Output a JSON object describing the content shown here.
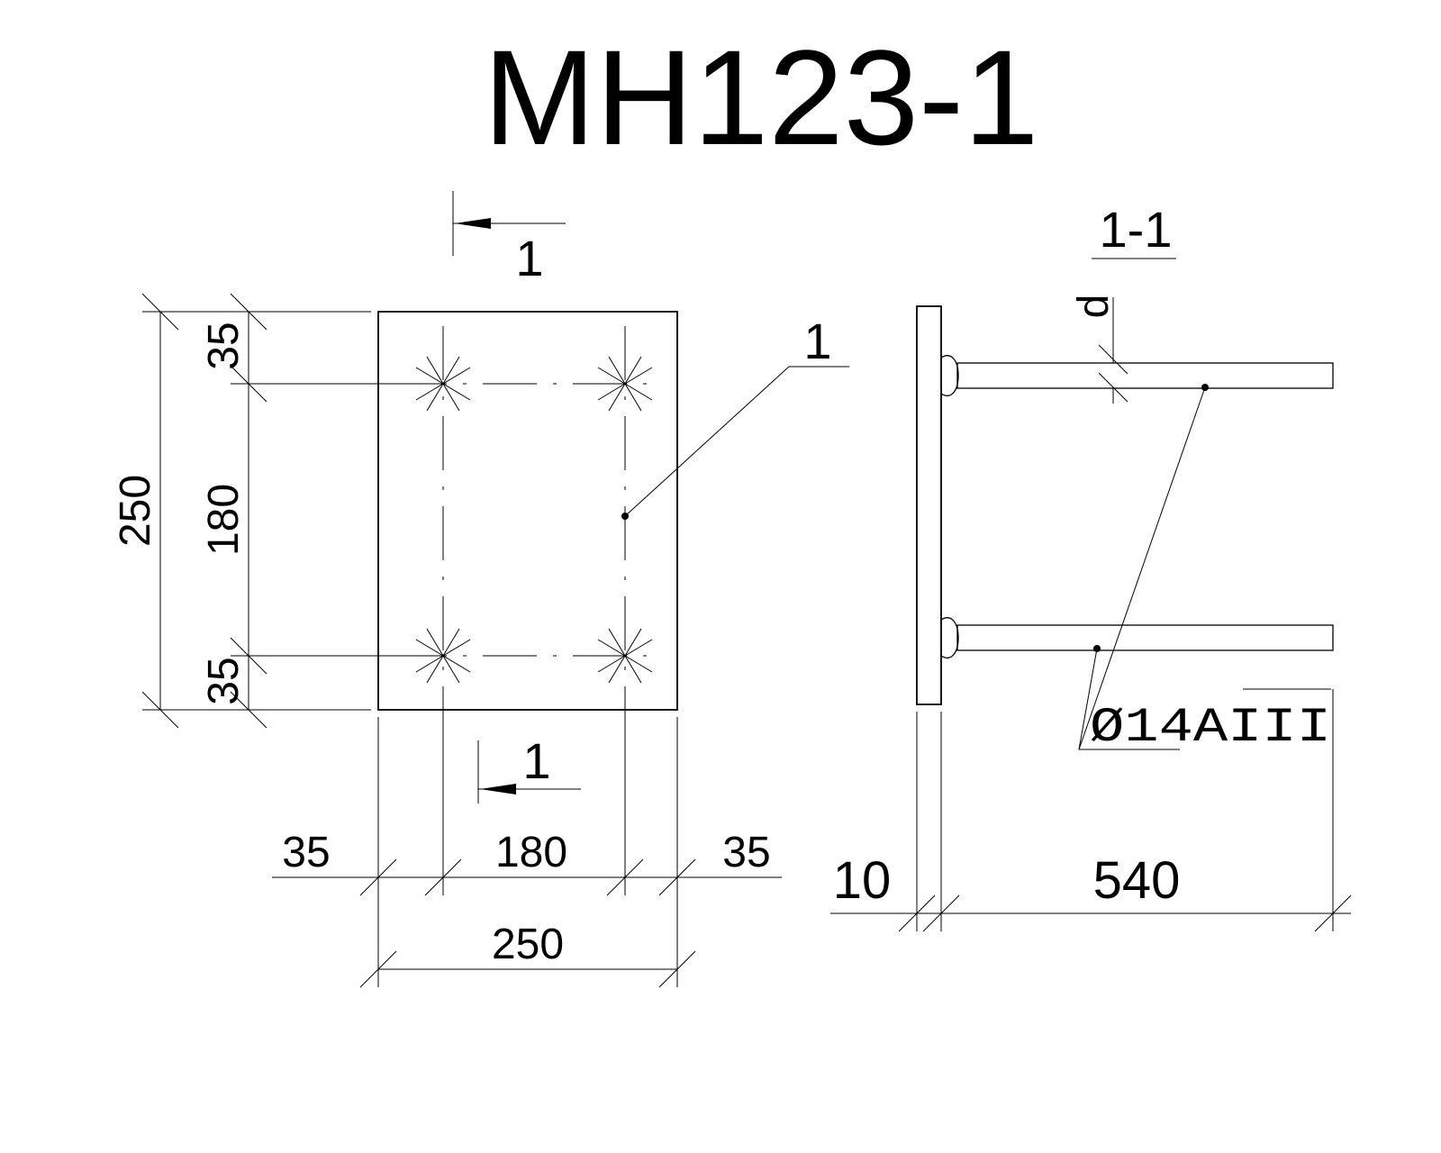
{
  "title": "MH123-1",
  "section_marks": {
    "top_label": "1",
    "bottom_label": "1",
    "section_title": "1-1"
  },
  "callouts": {
    "part_number": "1",
    "thickness_symbol": "d",
    "rebar_spec": "Ø14AIII"
  },
  "plan_dimensions": {
    "left_edge": "35",
    "left_middle": "180",
    "left_edge_bottom": "35",
    "left_overall": "250",
    "bottom_left": "35",
    "bottom_middle": "180",
    "bottom_right": "35",
    "bottom_overall": "250"
  },
  "section_dimensions": {
    "plate_thickness": "10",
    "rod_length": "540"
  }
}
